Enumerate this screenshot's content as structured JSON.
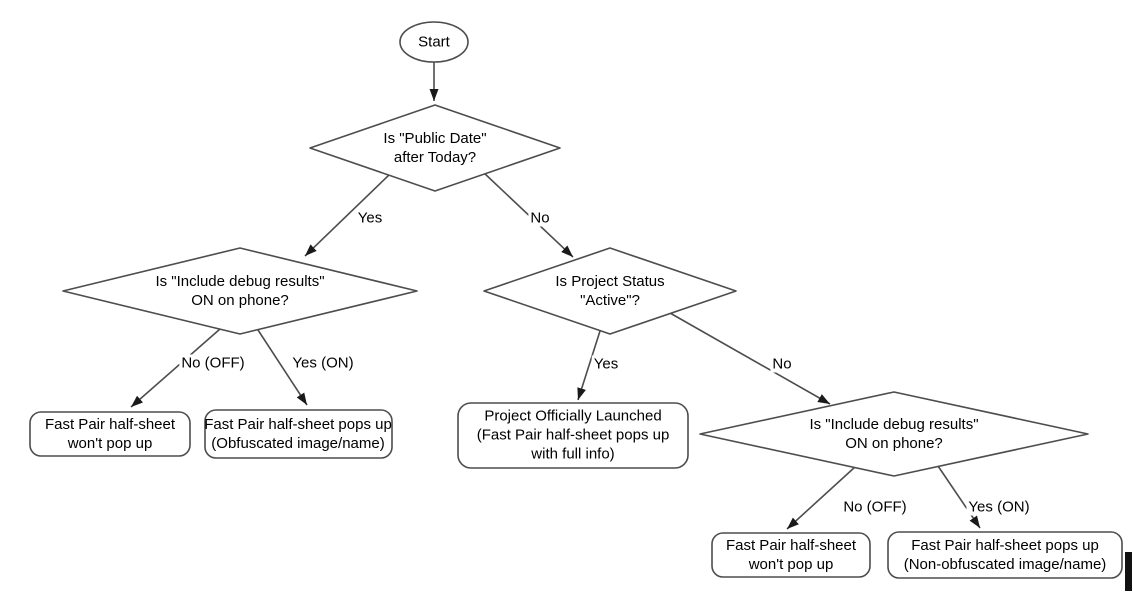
{
  "flowchart": {
    "nodes": {
      "start": {
        "label": "Start"
      },
      "decision_public_date": {
        "label": "Is \"Public Date\"\nafter Today?"
      },
      "decision_debug_left": {
        "label": "Is \"Include debug results\"\nON on phone?"
      },
      "decision_project_status": {
        "label": "Is Project Status\n\"Active\"?"
      },
      "decision_debug_right": {
        "label": "Is \"Include debug results\"\nON on phone?"
      },
      "result_wont_popup_left": {
        "label": "Fast Pair half-sheet\nwon't pop up"
      },
      "result_obfuscated": {
        "label": "Fast Pair half-sheet pops up\n(Obfuscated image/name)"
      },
      "result_launched": {
        "label": "Project Officially Launched\n(Fast Pair half-sheet pops up\nwith full info)"
      },
      "result_wont_popup_right": {
        "label": "Fast Pair half-sheet\nwon't pop up"
      },
      "result_non_obfuscated": {
        "label": "Fast Pair half-sheet pops up\n(Non-obfuscated image/name)"
      }
    },
    "edges": {
      "public_date_yes": {
        "label": "Yes"
      },
      "public_date_no": {
        "label": "No"
      },
      "debug_left_no": {
        "label": "No (OFF)"
      },
      "debug_left_yes": {
        "label": "Yes (ON)"
      },
      "project_status_yes": {
        "label": "Yes"
      },
      "project_status_no": {
        "label": "No"
      },
      "debug_right_no": {
        "label": "No (OFF)"
      },
      "debug_right_yes": {
        "label": "Yes (ON)"
      }
    },
    "colors": {
      "shape_stroke": "#4d4d4d",
      "shape_fill": "#ffffff",
      "text": "#000000",
      "arrowhead": "#1a1a1a",
      "caret": "#111111",
      "background": "#ffffff"
    }
  }
}
